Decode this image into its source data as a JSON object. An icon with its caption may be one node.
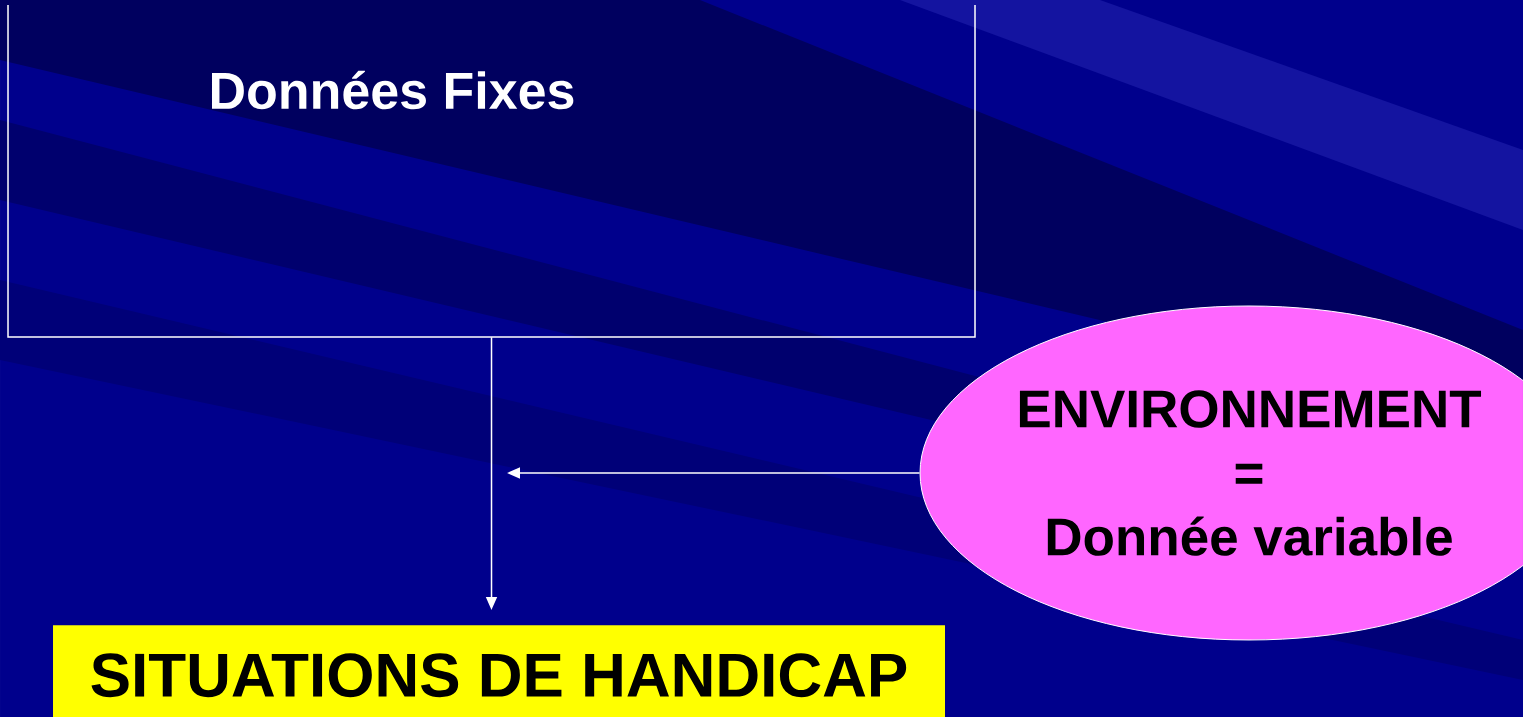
{
  "diagram": {
    "nodes": [
      {
        "text": [
          "Données Fixes"
        ]
      },
      {
        "text": [
          "ENVIRONNEMENT",
          "=",
          "Donnée variable"
        ]
      },
      {
        "text": [
          "SITUATIONS DE HANDICAP"
        ]
      }
    ],
    "edges": [
      {
        "from": 0,
        "to": 2,
        "arrow": "to"
      },
      {
        "from": 1,
        "to": null,
        "arrow": "to"
      }
    ]
  }
}
